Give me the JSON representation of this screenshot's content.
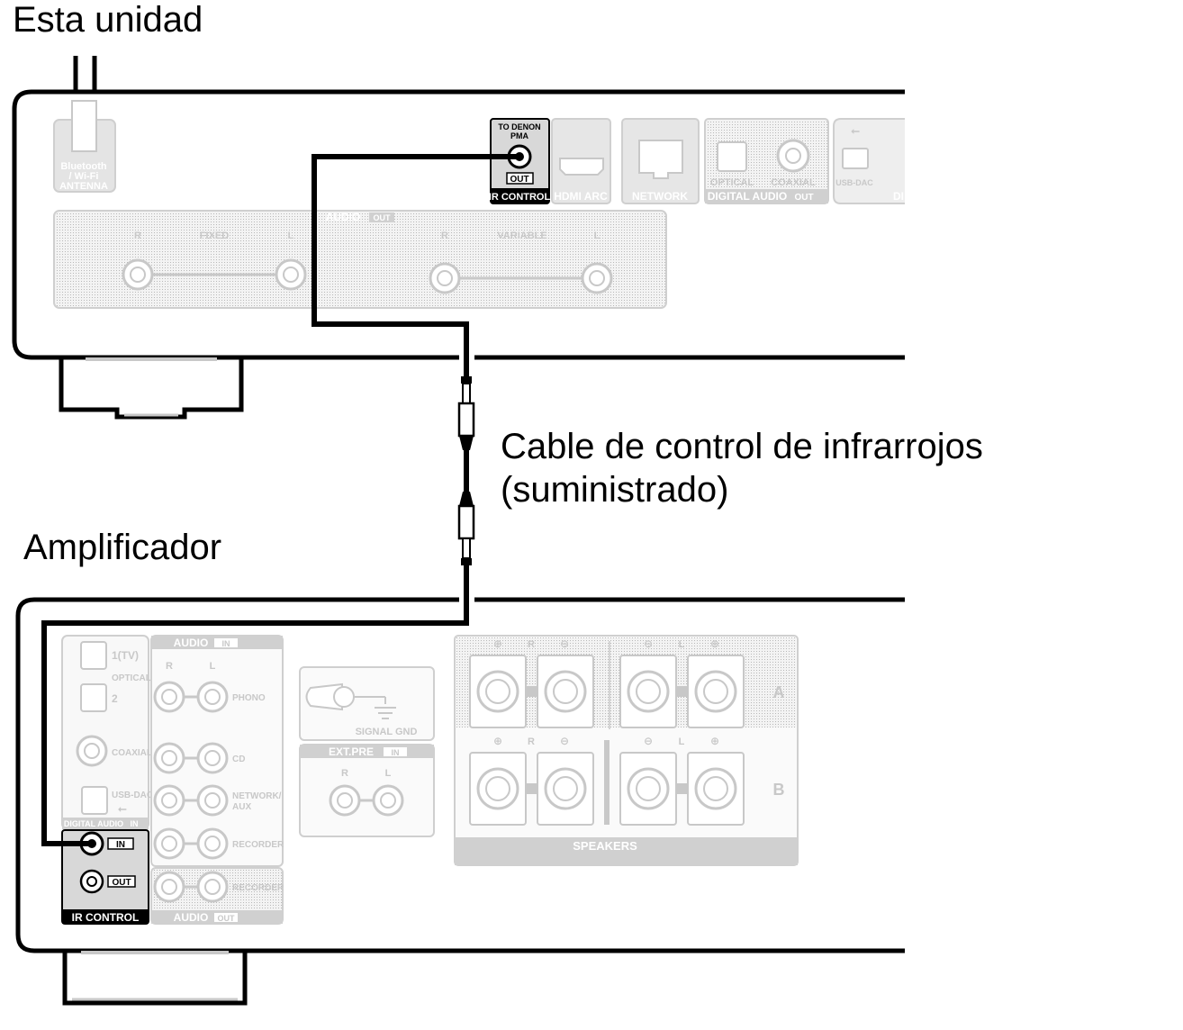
{
  "captions": {
    "unit": "Esta unidad",
    "amplifier": "Amplificador",
    "cable_line1": "Cable de control de infrarrojos",
    "cable_line2": "(suministrado)"
  },
  "unit_panel": {
    "antenna_label_1": "Bluetooth",
    "antenna_label_2": "/ Wi-Fi",
    "antenna_label_3": "ANTENNA",
    "ir_top_1": "TO DENON",
    "ir_top_2": "PMA",
    "ir_out": "OUT",
    "ir_control": "IR CONTROL",
    "hdmi": "HDMI ARC",
    "network": "NETWORK",
    "optical": "OPTICAL",
    "coaxial": "COAXIAL",
    "digital_audio": "DIGITAL AUDIO",
    "digital_out": "OUT",
    "usb_dac": "USB-DAC",
    "di_partial": "DI",
    "audio": "AUDIO",
    "audio_out": "OUT",
    "fixed": "FIXED",
    "variable": "VARIABLE",
    "r": "R",
    "l": "L"
  },
  "amp_panel": {
    "optical_1": "1(TV)",
    "optical_word": "OPTICAL",
    "optical_2": "2",
    "coaxial": "COAXIAL",
    "usb_dac": "USB-DAC",
    "digital_audio_in": "DIGITAL AUDIO",
    "in": "IN",
    "out": "OUT",
    "ir_control": "IR CONTROL",
    "audio_in": "AUDIO",
    "audio_out": "AUDIO",
    "phono": "PHONO",
    "cd": "CD",
    "network_aux_1": "NETWORK/",
    "network_aux_2": "AUX",
    "recorder": "RECORDER",
    "signal_gnd": "SIGNAL GND",
    "ext_pre": "EXT.PRE",
    "r": "R",
    "l": "L",
    "a": "A",
    "b": "B",
    "speakers": "SPEAKERS"
  }
}
